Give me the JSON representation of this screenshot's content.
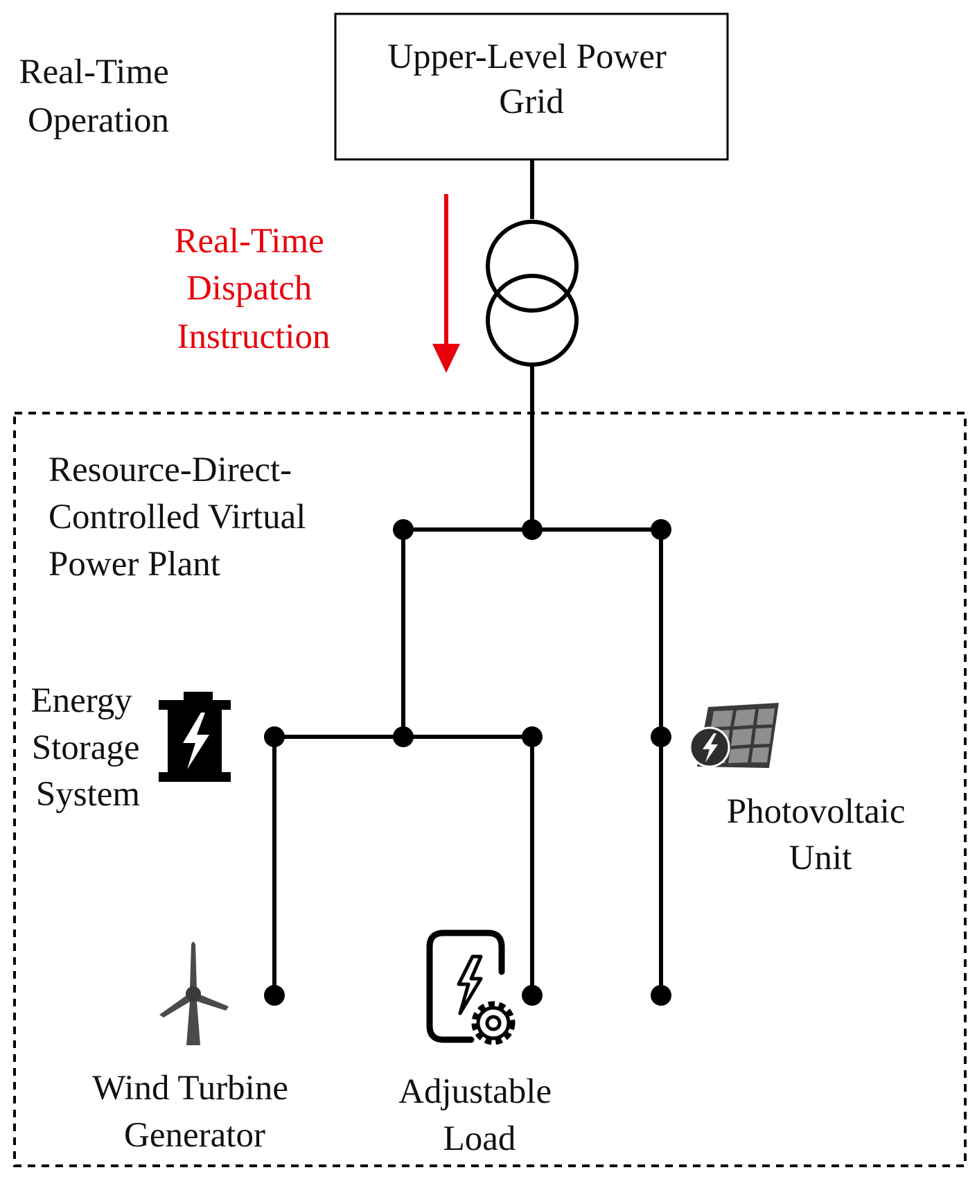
{
  "diagram": {
    "mode_label": [
      "Real-Time",
      "Operation"
    ],
    "grid_label": [
      "Upper-Level Power",
      "Grid"
    ],
    "dispatch_label": [
      "Real-Time",
      "Dispatch",
      "Instruction"
    ],
    "vpp_label": [
      "Resource-Direct-",
      "Controlled Virtual",
      "Power Plant"
    ],
    "ess_label": [
      "Energy",
      "Storage",
      "System"
    ],
    "pv_label": [
      "Photovoltaic",
      "Unit"
    ],
    "wind_label": [
      "Wind Turbine",
      "Generator"
    ],
    "load_label": [
      "Adjustable",
      "Load"
    ],
    "icons": {
      "ess": "battery-bolt-icon",
      "pv": "solar-panel-icon",
      "wind": "wind-turbine-icon",
      "load": "adjustable-load-icon"
    },
    "colors": {
      "line": "#000000",
      "text": "#111111",
      "dispatch": "#e8000b"
    }
  }
}
